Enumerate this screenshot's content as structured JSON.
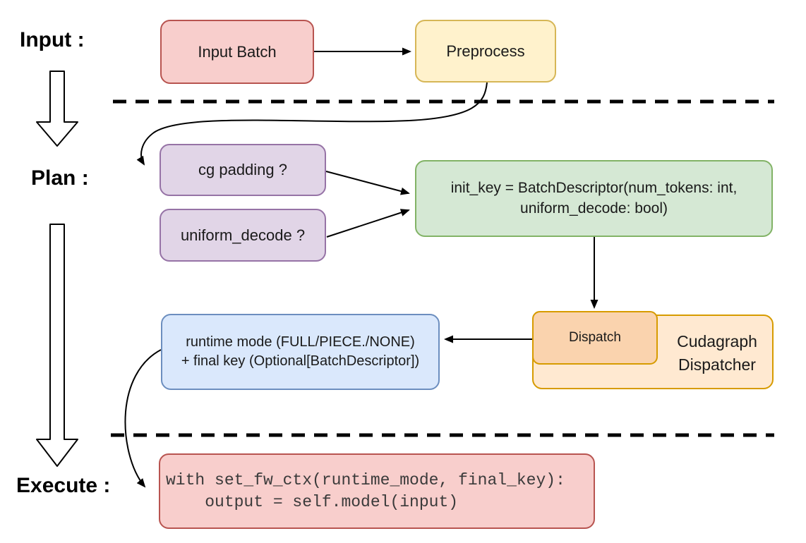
{
  "labels": {
    "input": "Input :",
    "plan": "Plan :",
    "execute": "Execute :"
  },
  "nodes": {
    "input_batch": {
      "text": "Input Batch"
    },
    "preprocess": {
      "text": "Preprocess"
    },
    "cg_padding": {
      "text": "cg padding ?"
    },
    "uniform_decode": {
      "text": "uniform_decode ?"
    },
    "init_key": {
      "line1": "init_key = BatchDescriptor(num_tokens: int,",
      "line2": "uniform_decode: bool)"
    },
    "dispatch": {
      "text": "Dispatch"
    },
    "dispatcher": {
      "line1": "Cudagraph",
      "line2": "Dispatcher"
    },
    "runtime_mode": {
      "line1": "runtime mode (FULL/PIECE./NONE)",
      "line2": "+ final key (Optional[BatchDescriptor])"
    },
    "execute_code": {
      "line1": "with set_fw_ctx(runtime_mode, final_key):",
      "line2": "    output = self.model(input)"
    }
  },
  "colors": {
    "red_fill": "#F8CECC",
    "red_stroke": "#B85450",
    "yellow_fill": "#FFF2CC",
    "yellow_stroke": "#D6B656",
    "purple_fill": "#E1D5E7",
    "purple_stroke": "#9673A6",
    "green_fill": "#D5E8D4",
    "green_stroke": "#82B366",
    "blue_fill": "#DAE8FC",
    "blue_stroke": "#6C8EBF",
    "orange_outer_fill": "#FFE9D1",
    "orange_inner_fill": "#FAD3AE",
    "orange_stroke": "#D79B00",
    "connector": "#000000",
    "background": "#FFFFFF"
  }
}
